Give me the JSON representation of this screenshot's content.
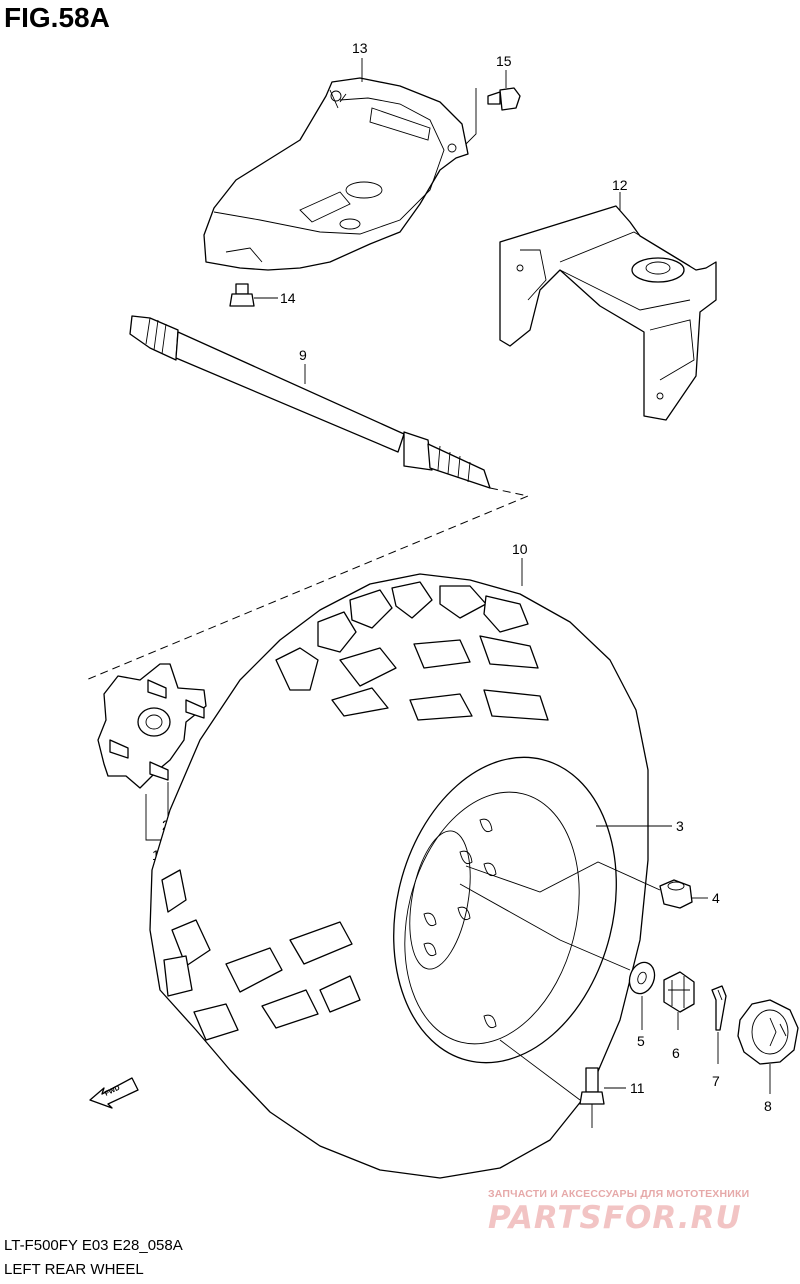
{
  "figure": {
    "title": "FIG.58A",
    "model_code": "LT-F500FY E03 E28_058A",
    "caption": "LEFT REAR WHEEL"
  },
  "parts": [
    {
      "ref": "1"
    },
    {
      "ref": "2"
    },
    {
      "ref": "3"
    },
    {
      "ref": "4"
    },
    {
      "ref": "5"
    },
    {
      "ref": "6"
    },
    {
      "ref": "7"
    },
    {
      "ref": "8"
    },
    {
      "ref": "9"
    },
    {
      "ref": "10"
    },
    {
      "ref": "11"
    },
    {
      "ref": "12"
    },
    {
      "ref": "13"
    },
    {
      "ref": "14"
    },
    {
      "ref": "15"
    }
  ],
  "direction_marker": {
    "label": "FWD"
  },
  "watermark": {
    "tagline": "ЗАПЧАСТИ И АКСЕССУАРЫ ДЛЯ МОТОТЕХНИКИ",
    "logo": "PARTSFOR.RU"
  }
}
